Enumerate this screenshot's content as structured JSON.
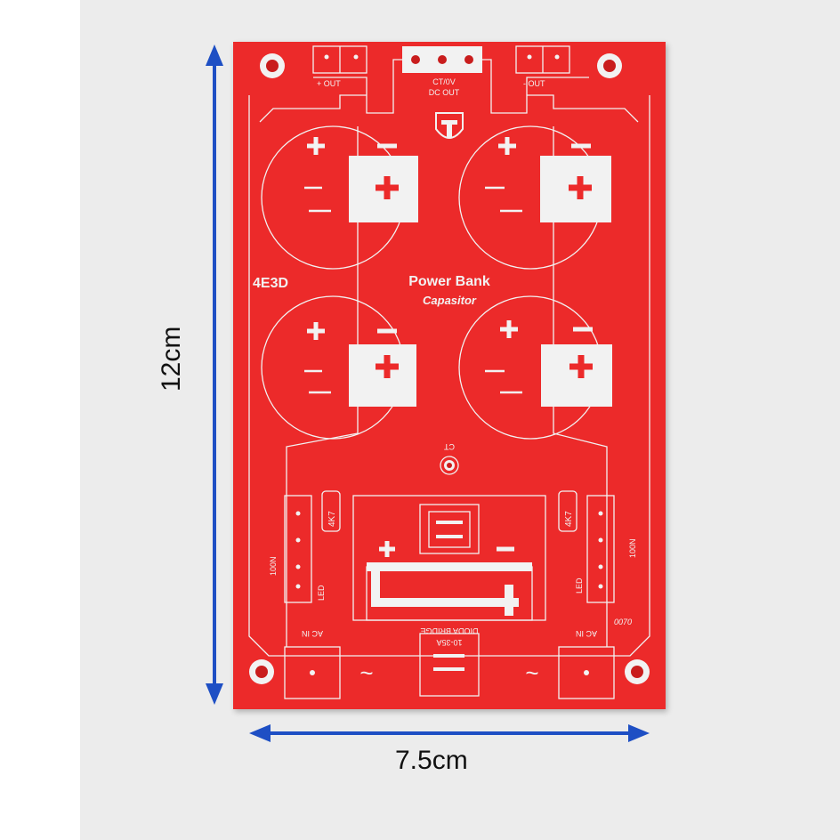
{
  "photo": {
    "height_label": "12cm",
    "width_label": "7.5cm"
  },
  "board": {
    "model": "4E3D",
    "title": "Power Bank",
    "subtitle": "Capasitor",
    "plus_out": "+ OUT",
    "minus_out": "- OUT",
    "ct_label": "CT/0V",
    "dc_out": "DC OUT",
    "ct": "CT",
    "resistor_left": "4K7",
    "resistor_right": "4K7",
    "cap_left": "100N",
    "cap_right": "100N",
    "led_left": "LED",
    "led_right": "LED",
    "code": "0070",
    "ac_in_left": "AC IN",
    "ac_in_right": "AC IN",
    "bridge": "DIODA BRIDGE",
    "bridge_rating": "10-35A",
    "tilde": "~"
  },
  "colors": {
    "board_red": "#ec2a2a",
    "silk": "#f2f2f2",
    "arrow_blue": "#1e4fc4"
  }
}
